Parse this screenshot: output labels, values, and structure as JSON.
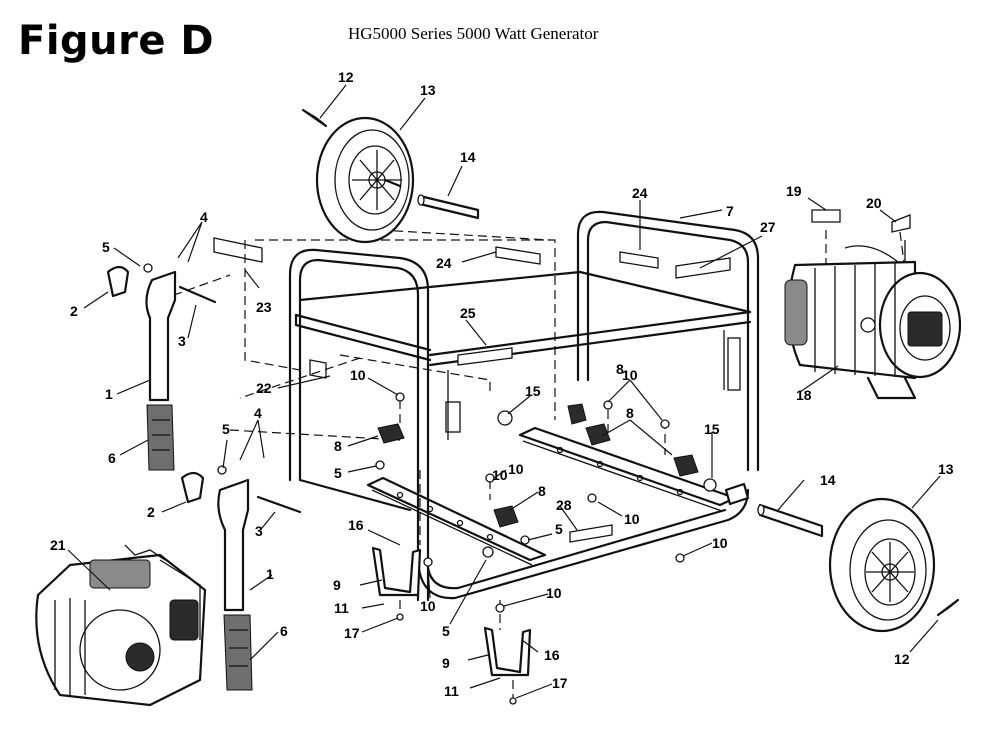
{
  "figure_label": "Figure D",
  "title": "HG5000 Series 5000 Watt Generator",
  "callouts": [
    "1",
    "1",
    "2",
    "2",
    "3",
    "3",
    "4",
    "4",
    "5",
    "5",
    "5",
    "5",
    "5",
    "6",
    "6",
    "7",
    "8",
    "8",
    "8",
    "8",
    "9",
    "9",
    "10",
    "10",
    "10",
    "10",
    "10",
    "10",
    "10",
    "10",
    "11",
    "11",
    "12",
    "12",
    "13",
    "13",
    "14",
    "14",
    "15",
    "15",
    "16",
    "16",
    "17",
    "17",
    "18",
    "19",
    "20",
    "21",
    "22",
    "23",
    "24",
    "24",
    "25",
    "27",
    "28"
  ]
}
